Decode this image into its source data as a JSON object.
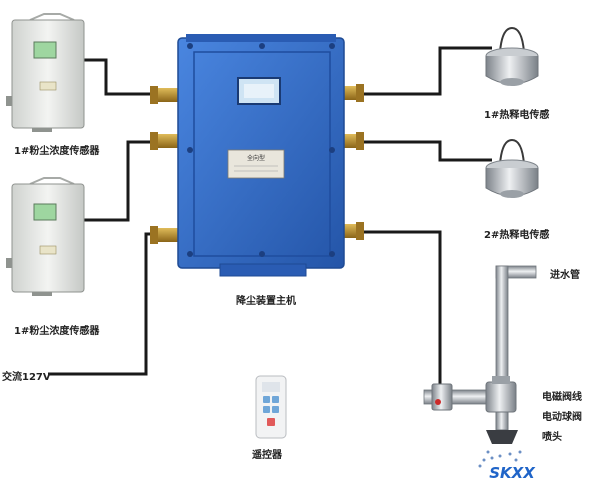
{
  "labels": {
    "dust_sensor_top": "1#粉尘浓度传感器",
    "dust_sensor_bottom": "1#粉尘浓度传感器",
    "host": "降尘装置主机",
    "ac_power": "交流127V",
    "remote": "遥控器",
    "pyro_sensor_1": "1#热释电传感",
    "pyro_sensor_2": "2#热释电传感",
    "water_inlet": "进水管",
    "solenoid_valve": "电磁阀线",
    "electric_ball_valve": "电动球阀",
    "nozzle": "喷头",
    "host_plate": "全向型"
  },
  "brand": "SKXX",
  "colors": {
    "enclosure_blue": "#2f66c4",
    "wire": "#1a1a1a",
    "sensor_body": "#e9ebe8",
    "screen_green": "#9ed6a0",
    "brass": "#b58a2a",
    "steel": "#b9bec4",
    "brand_blue": "#1f64c8"
  }
}
